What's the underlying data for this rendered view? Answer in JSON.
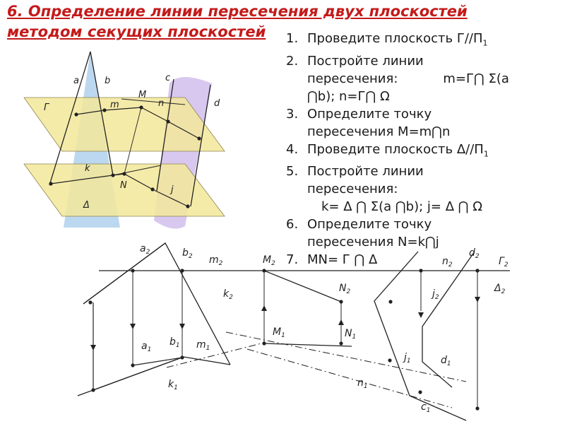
{
  "title_line1": "6. Определение линии пересечения двух плоскостей",
  "title_line2": "методом секущих плоскостей",
  "steps": [
    {
      "num": "1.",
      "text": "Проведите плоскость Г//П",
      "sub": "1"
    },
    {
      "num": "2.",
      "line1": "Постройте линии",
      "line2": "пересечения:",
      "line2b": "m=Г⋂ Σ(a",
      "line3": "⋂b); n=Г⋂ Ω"
    },
    {
      "num": "3.",
      "line1": "Определите точку",
      "line2": "пересечения M=m⋂n"
    },
    {
      "num": "4.",
      "text": "Проведите плоскость Δ//П",
      "sub": "1"
    },
    {
      "num": "5.",
      "line1": "Постройте линии",
      "line2": "пересечения:",
      "line3": "k= Δ ⋂ Σ(a ⋂b); j= Δ ⋂ Ω"
    },
    {
      "num": "6.",
      "line1": "Определите точку",
      "line2": "пересечения N=k⋂j"
    },
    {
      "num": "7.",
      "text": "MN= Г ⋂ Δ"
    }
  ],
  "pictorial_labels": {
    "a": "a",
    "b": "b",
    "c": "c",
    "d": "d",
    "m": "m",
    "M": "M",
    "n": "n",
    "gamma": "Г",
    "k": "k",
    "N": "N",
    "j": "j",
    "delta": "Δ"
  },
  "projection_labels": {
    "a2": "a",
    "a2s": "2",
    "b2": "b",
    "b2s": "2",
    "m2": "m",
    "m2s": "2",
    "M2": "M",
    "M2s": "2",
    "N2": "N",
    "N2s": "2",
    "k2": "k",
    "k2s": "2",
    "n2": "n",
    "n2s": "2",
    "d2": "d",
    "d2s": "2",
    "G2": "Г",
    "G2s": "2",
    "j2": "j",
    "j2s": "2",
    "D2": "Δ",
    "D2s": "2",
    "a1": "a",
    "a1s": "1",
    "b1": "b",
    "b1s": "1",
    "m1": "m",
    "m1s": "1",
    "M1": "M",
    "M1s": "1",
    "N1": "N",
    "N1s": "1",
    "k1": "k",
    "k1s": "1",
    "n1": "n",
    "n1s": "1",
    "j1": "j",
    "j1s": "1",
    "d1": "d",
    "d1s": "1",
    "c1": "c",
    "c1s": "1"
  },
  "colors": {
    "title": "#c41a1a",
    "plane_yellow": "#f3e89a",
    "triangle_blue": "#bcd8f0",
    "prism_lilac": "#d8c8ef"
  }
}
